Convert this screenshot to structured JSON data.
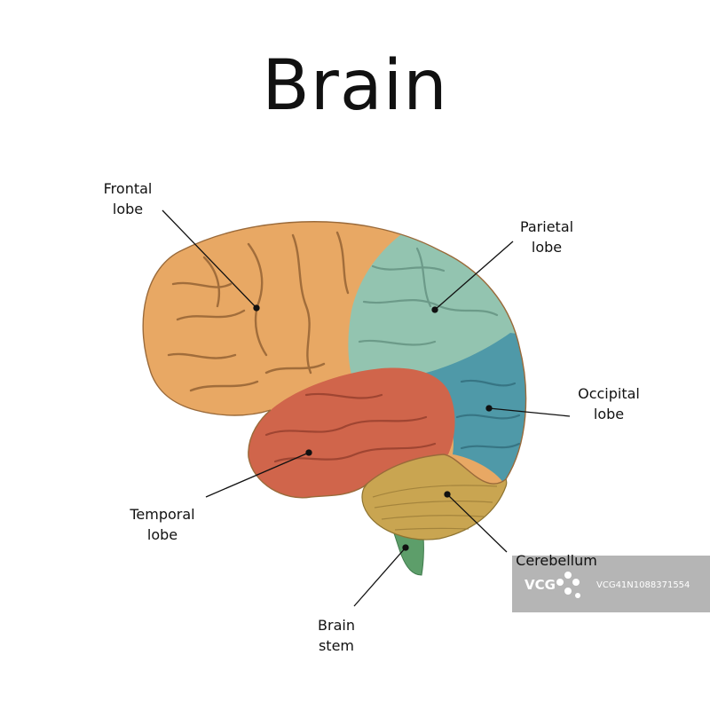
{
  "title": "Brain",
  "labels": {
    "frontal": [
      "Frontal",
      "lobe"
    ],
    "parietal": [
      "Parietal",
      "lobe"
    ],
    "occipital": [
      "Occipital",
      "lobe"
    ],
    "temporal": [
      "Temporal",
      "lobe"
    ],
    "cerebellum": [
      "Cerebellum"
    ],
    "brainstem": [
      "Brain",
      "stem"
    ]
  },
  "colors": {
    "frontal": "#e8a864",
    "parietal": "#93c4b0",
    "occipital": "#4f99a8",
    "temporal": "#d0654b",
    "cerebellum": "#c9a551",
    "brainstem": "#5d9e6a",
    "sulci": "#8a5a2e"
  },
  "watermark": {
    "logo": "VCG",
    "id": "VCG41N1088371554"
  }
}
